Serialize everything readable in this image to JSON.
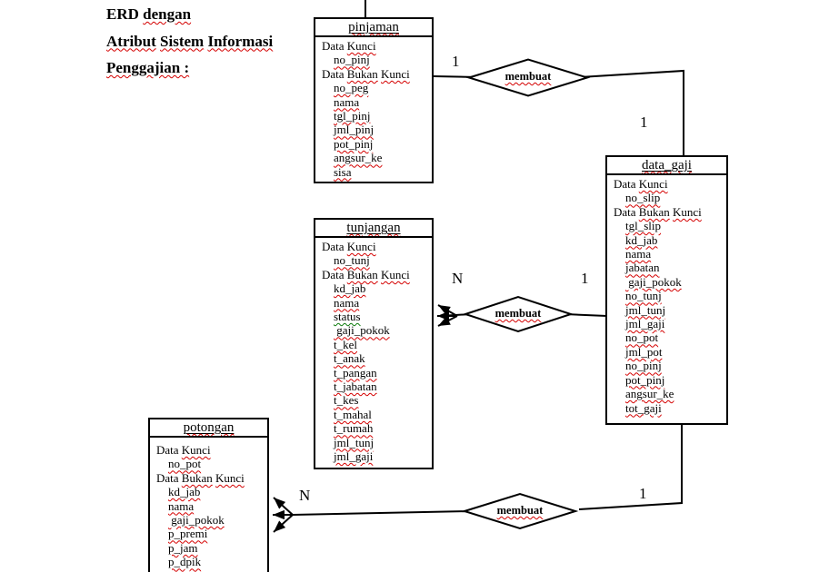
{
  "heading": {
    "rows": [
      {
        "segments": [
          {
            "t": "ERD ",
            "u": "none"
          },
          {
            "t": "dengan",
            "u": "red"
          }
        ]
      },
      {
        "segments": [
          {
            "t": "Atribut",
            "u": "red"
          },
          {
            "t": " ",
            "u": "none"
          },
          {
            "t": "Sistem",
            "u": "red"
          },
          {
            "t": " ",
            "u": "none"
          },
          {
            "t": "Informasi",
            "u": "red"
          }
        ]
      },
      {
        "segments": [
          {
            "t": "Penggajian :",
            "u": "red"
          }
        ]
      }
    ]
  },
  "entities": [
    {
      "id": "pinjaman",
      "title": "pinjaman",
      "rows": [
        {
          "segments": [
            {
              "t": "Data ",
              "u": "none"
            },
            {
              "t": "Kunci",
              "u": "red"
            }
          ]
        },
        {
          "indent": 1,
          "segments": [
            {
              "t": "no_pinj",
              "u": "red"
            }
          ]
        },
        {
          "segments": [
            {
              "t": "Data ",
              "u": "none"
            },
            {
              "t": "Bukan",
              "u": "red"
            },
            {
              "t": " ",
              "u": "none"
            },
            {
              "t": "Kunci",
              "u": "red"
            }
          ]
        },
        {
          "indent": 1,
          "segments": [
            {
              "t": "no_peg",
              "u": "red"
            }
          ]
        },
        {
          "indent": 1,
          "segments": [
            {
              "t": "nama",
              "u": "red"
            }
          ]
        },
        {
          "indent": 1,
          "segments": [
            {
              "t": "tgl_pinj",
              "u": "red"
            }
          ]
        },
        {
          "indent": 1,
          "segments": [
            {
              "t": "jml_pinj",
              "u": "red"
            }
          ]
        },
        {
          "indent": 1,
          "segments": [
            {
              "t": "pot_pinj",
              "u": "red"
            }
          ]
        },
        {
          "indent": 1,
          "segments": [
            {
              "t": "angsur_ke",
              "u": "red"
            }
          ]
        },
        {
          "indent": 1,
          "segments": [
            {
              "t": "sisa",
              "u": "red"
            }
          ]
        }
      ]
    },
    {
      "id": "tunjangan",
      "title": "tunjangan",
      "rows": [
        {
          "segments": [
            {
              "t": "Data ",
              "u": "none"
            },
            {
              "t": "Kunci",
              "u": "red"
            }
          ]
        },
        {
          "indent": 1,
          "segments": [
            {
              "t": "no_tunj",
              "u": "red"
            }
          ]
        },
        {
          "segments": [
            {
              "t": "Data ",
              "u": "none"
            },
            {
              "t": "Bukan",
              "u": "red"
            },
            {
              "t": " ",
              "u": "none"
            },
            {
              "t": "Kunci",
              "u": "red"
            }
          ]
        },
        {
          "indent": 1,
          "segments": [
            {
              "t": "kd_jab",
              "u": "red"
            }
          ]
        },
        {
          "indent": 1,
          "segments": [
            {
              "t": "nama",
              "u": "red"
            }
          ]
        },
        {
          "indent": 1,
          "segments": [
            {
              "t": "status",
              "u": "green"
            }
          ]
        },
        {
          "indent": 1,
          "segments": [
            {
              "t": " gaji_pokok",
              "u": "red"
            }
          ]
        },
        {
          "indent": 1,
          "segments": [
            {
              "t": "t_kel",
              "u": "red"
            }
          ]
        },
        {
          "indent": 1,
          "segments": [
            {
              "t": "t_anak",
              "u": "red"
            }
          ]
        },
        {
          "indent": 1,
          "segments": [
            {
              "t": "t_pangan",
              "u": "red"
            }
          ]
        },
        {
          "indent": 1,
          "segments": [
            {
              "t": "t_jabatan",
              "u": "red"
            }
          ]
        },
        {
          "indent": 1,
          "segments": [
            {
              "t": "t_kes",
              "u": "red"
            }
          ]
        },
        {
          "indent": 1,
          "segments": [
            {
              "t": "t_mahal",
              "u": "red"
            }
          ]
        },
        {
          "indent": 1,
          "segments": [
            {
              "t": "t_rumah",
              "u": "red"
            }
          ]
        },
        {
          "indent": 1,
          "segments": [
            {
              "t": "jml_tunj",
              "u": "red"
            }
          ]
        },
        {
          "indent": 1,
          "segments": [
            {
              "t": "jml_gaji",
              "u": "red"
            }
          ]
        }
      ]
    },
    {
      "id": "data_gaji",
      "title": "data_gaji",
      "rows": [
        {
          "segments": [
            {
              "t": "Data ",
              "u": "none"
            },
            {
              "t": "Kunci",
              "u": "red"
            }
          ]
        },
        {
          "indent": 1,
          "segments": [
            {
              "t": "no_slip",
              "u": "red"
            }
          ]
        },
        {
          "segments": [
            {
              "t": "Data ",
              "u": "none"
            },
            {
              "t": "Bukan",
              "u": "red"
            },
            {
              "t": " ",
              "u": "none"
            },
            {
              "t": "Kunci",
              "u": "red"
            }
          ]
        },
        {
          "indent": 1,
          "segments": [
            {
              "t": "tgl_slip",
              "u": "red"
            }
          ]
        },
        {
          "indent": 1,
          "segments": [
            {
              "t": "kd_jab",
              "u": "red"
            }
          ]
        },
        {
          "indent": 1,
          "segments": [
            {
              "t": "nama",
              "u": "red"
            }
          ]
        },
        {
          "indent": 1,
          "segments": [
            {
              "t": "jabatan",
              "u": "red"
            }
          ]
        },
        {
          "indent": 1,
          "segments": [
            {
              "t": " gaji_pokok",
              "u": "red"
            }
          ]
        },
        {
          "indent": 1,
          "segments": [
            {
              "t": "no_tunj",
              "u": "red"
            }
          ]
        },
        {
          "indent": 1,
          "segments": [
            {
              "t": "jml_tunj",
              "u": "red"
            }
          ]
        },
        {
          "indent": 1,
          "segments": [
            {
              "t": "jml_gaji",
              "u": "red"
            }
          ]
        },
        {
          "indent": 1,
          "segments": [
            {
              "t": "no_pot",
              "u": "red"
            }
          ]
        },
        {
          "indent": 1,
          "segments": [
            {
              "t": "jml_pot",
              "u": "red"
            }
          ]
        },
        {
          "indent": 1,
          "segments": [
            {
              "t": "no_pinj",
              "u": "red"
            }
          ]
        },
        {
          "indent": 1,
          "segments": [
            {
              "t": "pot_pinj",
              "u": "red"
            }
          ]
        },
        {
          "indent": 1,
          "segments": [
            {
              "t": "angsur_ke",
              "u": "red"
            }
          ]
        },
        {
          "indent": 1,
          "segments": [
            {
              "t": "tot_gaji",
              "u": "red"
            }
          ]
        }
      ]
    },
    {
      "id": "potongan",
      "title": "potongan",
      "rows": [
        {
          "segments": [
            {
              "t": "Data ",
              "u": "none"
            },
            {
              "t": "Kunci",
              "u": "red"
            }
          ]
        },
        {
          "indent": 1,
          "segments": [
            {
              "t": "no_pot",
              "u": "red"
            }
          ]
        },
        {
          "segments": [
            {
              "t": "Data ",
              "u": "none"
            },
            {
              "t": "Bukan",
              "u": "red"
            },
            {
              "t": " ",
              "u": "none"
            },
            {
              "t": "Kunci",
              "u": "red"
            }
          ]
        },
        {
          "indent": 1,
          "segments": [
            {
              "t": "kd_jab",
              "u": "red"
            }
          ]
        },
        {
          "indent": 1,
          "segments": [
            {
              "t": "nama",
              "u": "red"
            }
          ]
        },
        {
          "indent": 1,
          "segments": [
            {
              "t": " gaji_pokok",
              "u": "red"
            }
          ]
        },
        {
          "indent": 1,
          "segments": [
            {
              "t": "p_premi",
              "u": "red"
            }
          ]
        },
        {
          "indent": 1,
          "segments": [
            {
              "t": "p_jam",
              "u": "red"
            }
          ]
        },
        {
          "indent": 1,
          "segments": [
            {
              "t": "p_dpik",
              "u": "red"
            }
          ]
        }
      ]
    }
  ],
  "relationships": [
    {
      "label": "membuat",
      "from": "pinjaman",
      "to": "data_gaji",
      "left_cardinality": "1",
      "right_cardinality": "1"
    },
    {
      "label": "membuat",
      "from": "tunjangan",
      "to": "data_gaji",
      "left_cardinality": "N",
      "right_cardinality": "1"
    },
    {
      "label": "membuat",
      "from": "potongan",
      "to": "data_gaji",
      "left_cardinality": "N",
      "right_cardinality": "1"
    }
  ],
  "colors": {
    "line": "#000000",
    "text": "#000000",
    "spellcheck_red": "#d40000",
    "spellcheck_green": "#0a7a0a",
    "background": "#ffffff"
  }
}
